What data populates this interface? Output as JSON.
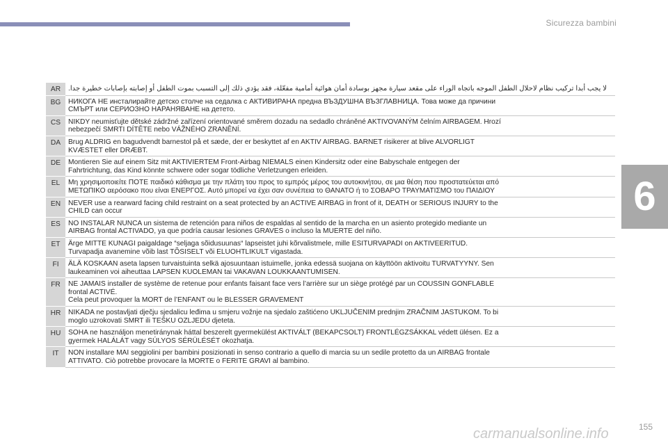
{
  "header": {
    "title": "Sicurezza bambini"
  },
  "chapter": {
    "number": "6"
  },
  "warnings": [
    {
      "code": "AR",
      "text": "لا يجب أبدا تركيب نظام لاحلال الطفل الموجه باتجاه الوراء على مقعد سيارة مجهز بوسادة أمان هوائية أمامية مفعّلة، فقد يؤدي ذلك إلى التسبب بموت الطفل أو إصابته بإصابات خطيرة جدا."
    },
    {
      "code": "BG",
      "text": "НИКОГА НЕ инсталирайте детско столче на седалка с АКТИВИРАНА предна ВЪЗДУШНА ВЪЗГЛАВНИЦА. Това може да причини\nСМЪРТ или СЕРИОЗНО НАРАНЯВАНЕ на детето."
    },
    {
      "code": "CS",
      "text": "NIKDY neumisťujte dětské zádržné zařízení orientované směrem dozadu na sedadlo chráněné AKTIVOVANÝM čelním AIRBAGEM. Hrozí\nnebezpečí SMRTI DÍTĚTE nebo VÁŽNÉHO ZRANĚNÍ."
    },
    {
      "code": "DA",
      "text": "Brug ALDRIG  en bagudvendt barnestol på et sæde, der er beskyttet af en AKTIV AIRBAG. BARNET risikerer at blive ALVORLIGT\nKVÆSTET eller DRÆBT."
    },
    {
      "code": "DE",
      "text": "Montieren Sie auf einem Sitz mit AKTIVIERTEM Front-Airbag NIEMALS einen Kindersitz oder eine Babyschale entgegen der\nFahrtrichtung, das Kind könnte schwere oder sogar tödliche Verletzungen erleiden."
    },
    {
      "code": "EL",
      "text": "Μη χρησιμοποιείτε ΠΟΤΕ παιδικό κάθισμα με την πλάτη του προς το εμπρός μέρος του αυτοκινήτου, σε μια θέση που προστατεύεται από\nΜΕΤΩΠΙΚΟ αερόσακο που είναι ΕΝΕΡΓΟΣ. Αυτό μπορεί να έχει σαν συνέπεια το ΘΑΝΑΤΟ ή το ΣΟΒΑΡΟ ΤΡΑΥΜΑΤΙΣΜΟ του ΠΑΙΔΙΟΥ"
    },
    {
      "code": "EN",
      "text": "NEVER use a rearward facing child restraint on a seat protected by an ACTIVE AIRBAG in front of it, DEATH or SERIOUS INJURY to the\nCHILD can occur"
    },
    {
      "code": "ES",
      "text": "NO INSTALAR NUNCA un sistema de retención para niños de espaldas al sentido de la marcha en un asiento protegido mediante un\nAIRBAG frontal ACTIVADO, ya que podría causar lesiones GRAVES o incluso la MUERTE del niño."
    },
    {
      "code": "ET",
      "text": "Ärge MITTE KUNAGI paigaldage “seljaga sõidusuunas“ lapseistet juhi kõrvalistmele, mille ESITURVAPADI on AKTIVEERITUD.\nTurvapadja avanemine võib last TÕSISELT või ELUOHTLIKULT vigastada."
    },
    {
      "code": "FI",
      "text": "ÄLÄ KOSKAAN aseta lapsen turvaistuinta selkä ajosuuntaan istuimelle, jonka edessä suojana on käyttöön aktivoitu TURVATYYNY. Sen\nlaukeaminen voi aiheuttaa LAPSEN KUOLEMAN tai VAKAVAN LOUKKAANTUMISEN."
    },
    {
      "code": "FR",
      "text": "NE JAMAIS installer de système de retenue pour enfants faisant face vers l’arrière sur un siège protégé par un COUSSIN GONFLABLE\nfrontal ACTIVÉ.\nCela peut provoquer la MORT de l’ENFANT ou le BLESSER GRAVEMENT"
    },
    {
      "code": "HR",
      "text": "NIKADA ne postavljati dječju sjedalicu leđima u smjeru vožnje na sjedalo zaštićeno UKLJUČENIM prednjim ZRAČNIM JASTUKOM. To bi\nmoglo uzrokovati SMRT ili TEŠKU OZLJEDU djeteta."
    },
    {
      "code": "HU",
      "text": "SOHA ne használjon menetiránynak háttal beszerelt gyermekülést AKTIVÁLT (BEKAPCSOLT) FRONTLÉGZSÁKKAL védett ülésen. Ez a\ngyermek HALÁLÁT vagy SÚLYOS SÉRÜLÉSÉT okozhatja."
    },
    {
      "code": "IT",
      "text": "NON installare MAI seggiolini per bambini posizionati in senso contrario a quello di marcia su un sedile protetto da un AIRBAG frontale\nATTIVATO. Ciò potrebbe provocare la MORTE o FERITE GRAVI al bambino."
    }
  ],
  "footer": {
    "page_number": "155",
    "watermark": "carmanualsonline.info"
  }
}
